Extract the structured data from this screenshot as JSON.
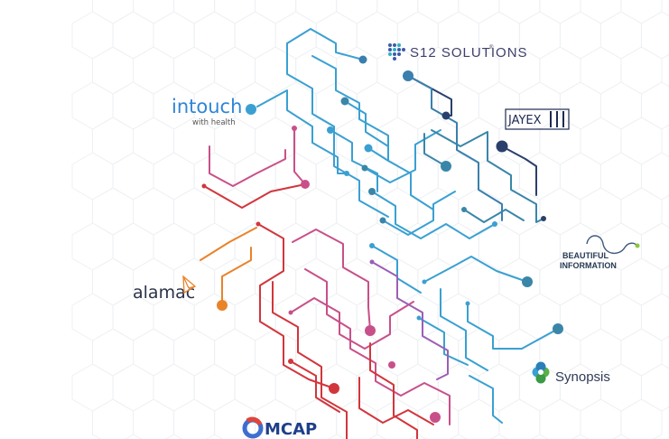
{
  "logos": {
    "s12": {
      "text": "S12 SOLUTIONS",
      "mark": "®"
    },
    "intouch": {
      "name": "intouch",
      "tagline": "with health"
    },
    "jayex": {
      "text": "JAYEX"
    },
    "beautiful_information": {
      "line1": "BEAUTIFUL",
      "line2": "INFORMATION"
    },
    "alamac": {
      "text": "alamac"
    },
    "synopsis": {
      "text": "Synopsis"
    },
    "mcap": {
      "text": "MCAP"
    }
  },
  "colors": {
    "background": "#ffffff",
    "network_blue": "#3aa0d2",
    "network_navy": "#2a3f6b",
    "network_teal": "#3a86a8",
    "network_pink": "#c8508a",
    "network_red": "#d1363c",
    "network_orange": "#e9832a",
    "network_purple": "#9b5fb4"
  }
}
